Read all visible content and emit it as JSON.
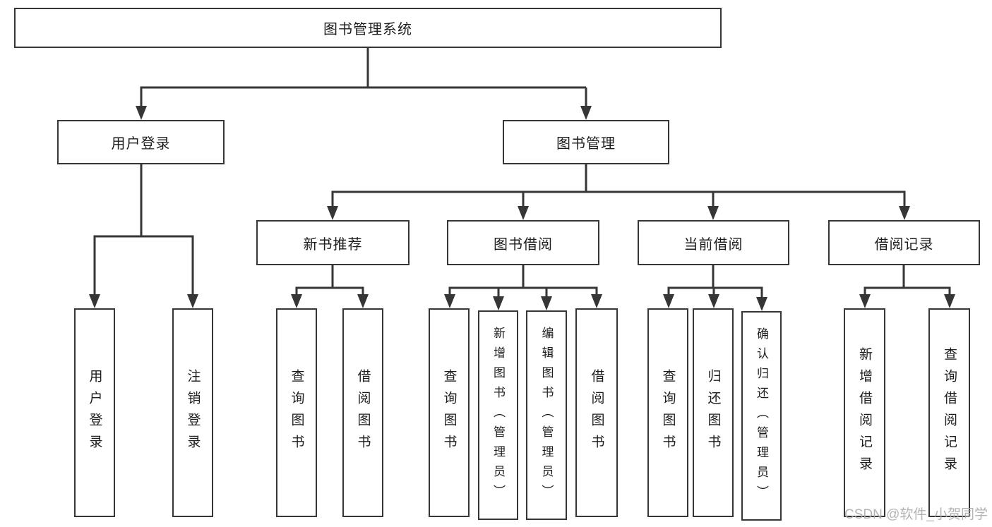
{
  "diagram": {
    "root": {
      "label": "图书管理系统"
    },
    "level2": [
      {
        "label": "用户登录"
      },
      {
        "label": "图书管理"
      }
    ],
    "level3": [
      {
        "label": "新书推荐"
      },
      {
        "label": "图书借阅"
      },
      {
        "label": "当前借阅"
      },
      {
        "label": "借阅记录"
      }
    ],
    "leaves": [
      {
        "label": "用户登录"
      },
      {
        "label": "注销登录"
      },
      {
        "label": "查询图书"
      },
      {
        "label": "借阅图书"
      },
      {
        "label": "查询图书"
      },
      {
        "label": "新增图书（管理员）"
      },
      {
        "label": "编辑图书（管理员）"
      },
      {
        "label": "借阅图书"
      },
      {
        "label": "查询图书"
      },
      {
        "label": "归还图书"
      },
      {
        "label": "确认归还（管理员）"
      },
      {
        "label": "新增借阅记录"
      },
      {
        "label": "查询借阅记录"
      }
    ],
    "watermark": "CSDN @软件_小贺同学",
    "colors": {
      "line": "#363636",
      "text": "#1d1d1d",
      "watermark": "#ababab"
    }
  }
}
